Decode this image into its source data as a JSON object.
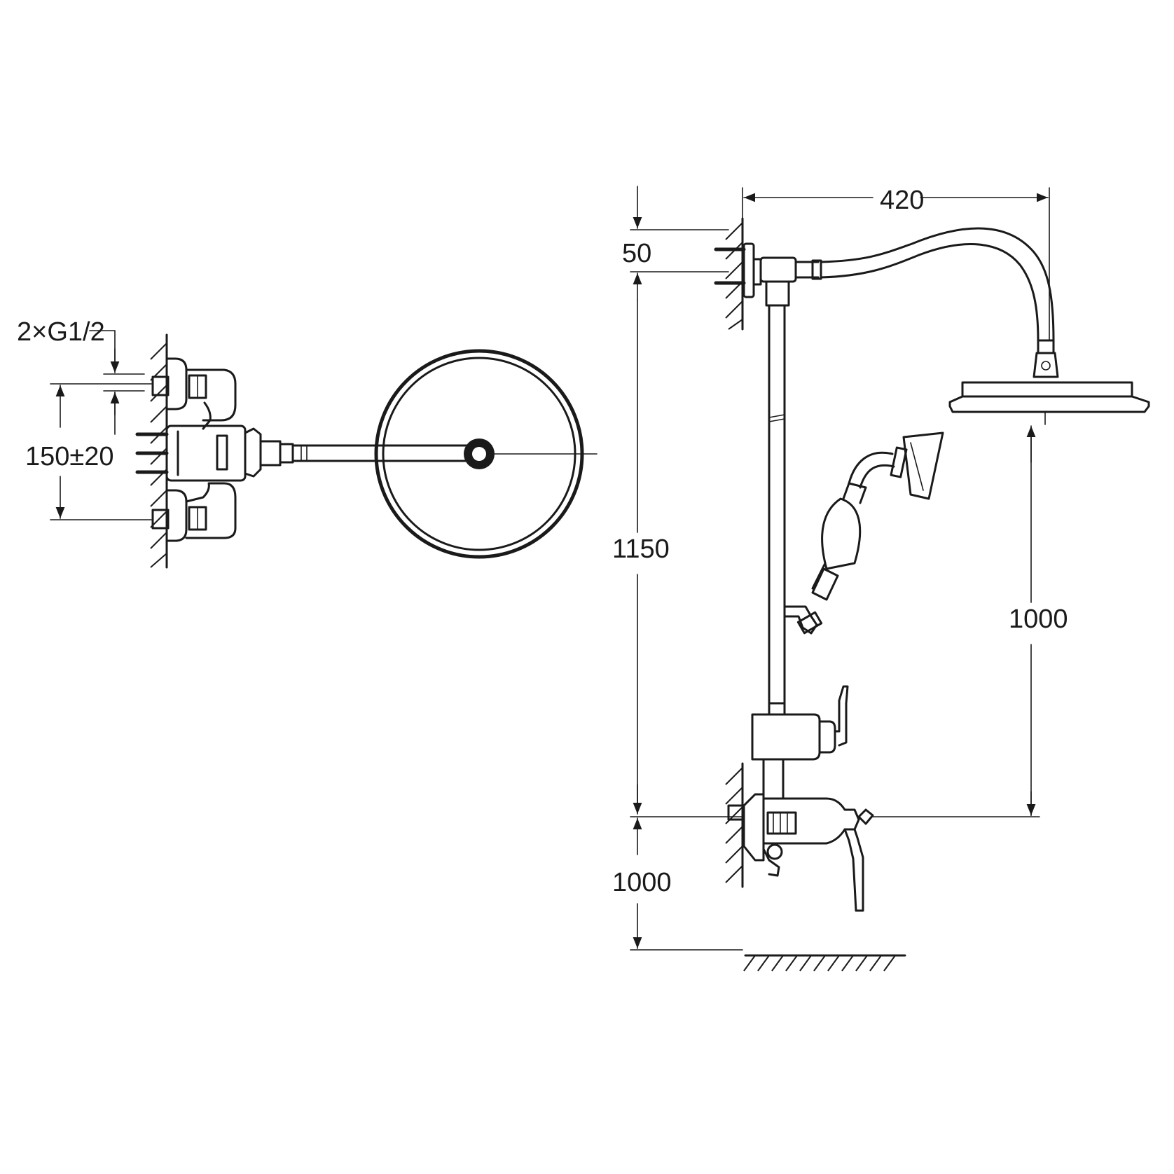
{
  "top_view": {
    "thread_label": "2×G1/2",
    "spacing_label": "150±20"
  },
  "side_view": {
    "width_label": "420",
    "wall_offset_label": "50",
    "riser_height_label": "1150",
    "head_clearance_label": "1000",
    "valve_height_label": "1000"
  }
}
